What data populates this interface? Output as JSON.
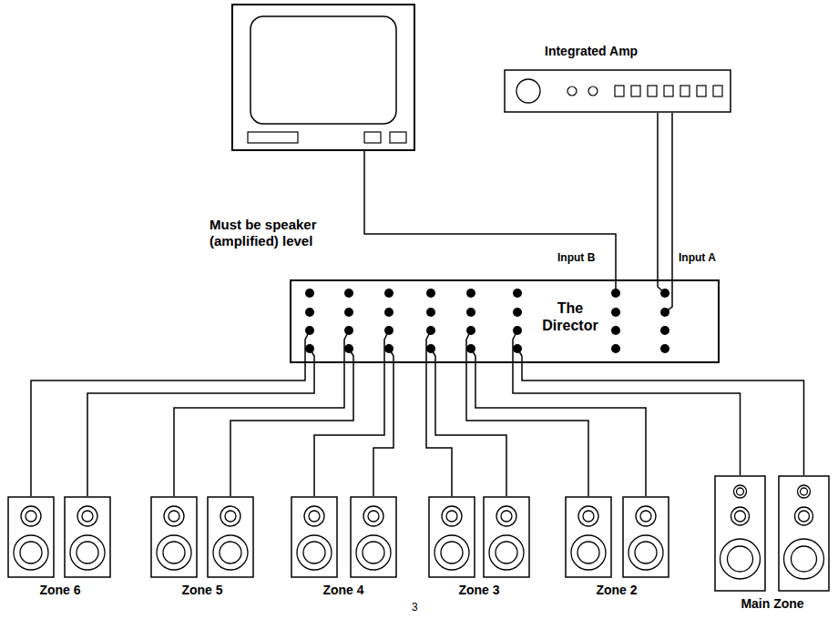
{
  "diagram": {
    "nodes": [
      {
        "text": [
          "Integrated Amp"
        ]
      },
      {
        "text": [
          "The Director"
        ]
      },
      {
        "text": [
          "Zone 6"
        ]
      },
      {
        "text": [
          "Zone 5"
        ]
      },
      {
        "text": [
          "Zone 4"
        ]
      },
      {
        "text": [
          "Zone 3"
        ]
      },
      {
        "text": [
          "Zone 2"
        ]
      },
      {
        "text": [
          "Main Zone"
        ]
      }
    ],
    "edges": [
      {
        "from": 0,
        "to": 1,
        "arrow": "none"
      },
      {
        "from": 0,
        "to": 1,
        "arrow": "none"
      },
      {
        "from": 1,
        "to": 2,
        "arrow": "none"
      },
      {
        "from": 1,
        "to": 2,
        "arrow": "none"
      },
      {
        "from": 1,
        "to": 3,
        "arrow": "none"
      },
      {
        "from": 1,
        "to": 3,
        "arrow": "none"
      },
      {
        "from": 1,
        "to": 4,
        "arrow": "none"
      },
      {
        "from": 1,
        "to": 4,
        "arrow": "none"
      },
      {
        "from": 1,
        "to": 5,
        "arrow": "none"
      },
      {
        "from": 1,
        "to": 5,
        "arrow": "none"
      },
      {
        "from": 1,
        "to": 6,
        "arrow": "none"
      },
      {
        "from": 1,
        "to": 6,
        "arrow": "none"
      },
      {
        "from": 1,
        "to": 7,
        "arrow": "none"
      },
      {
        "from": 1,
        "to": 7,
        "arrow": "none"
      }
    ],
    "labels": [
      "Must be speaker (amplified) level",
      "Input B",
      "Input A",
      "3"
    ]
  }
}
